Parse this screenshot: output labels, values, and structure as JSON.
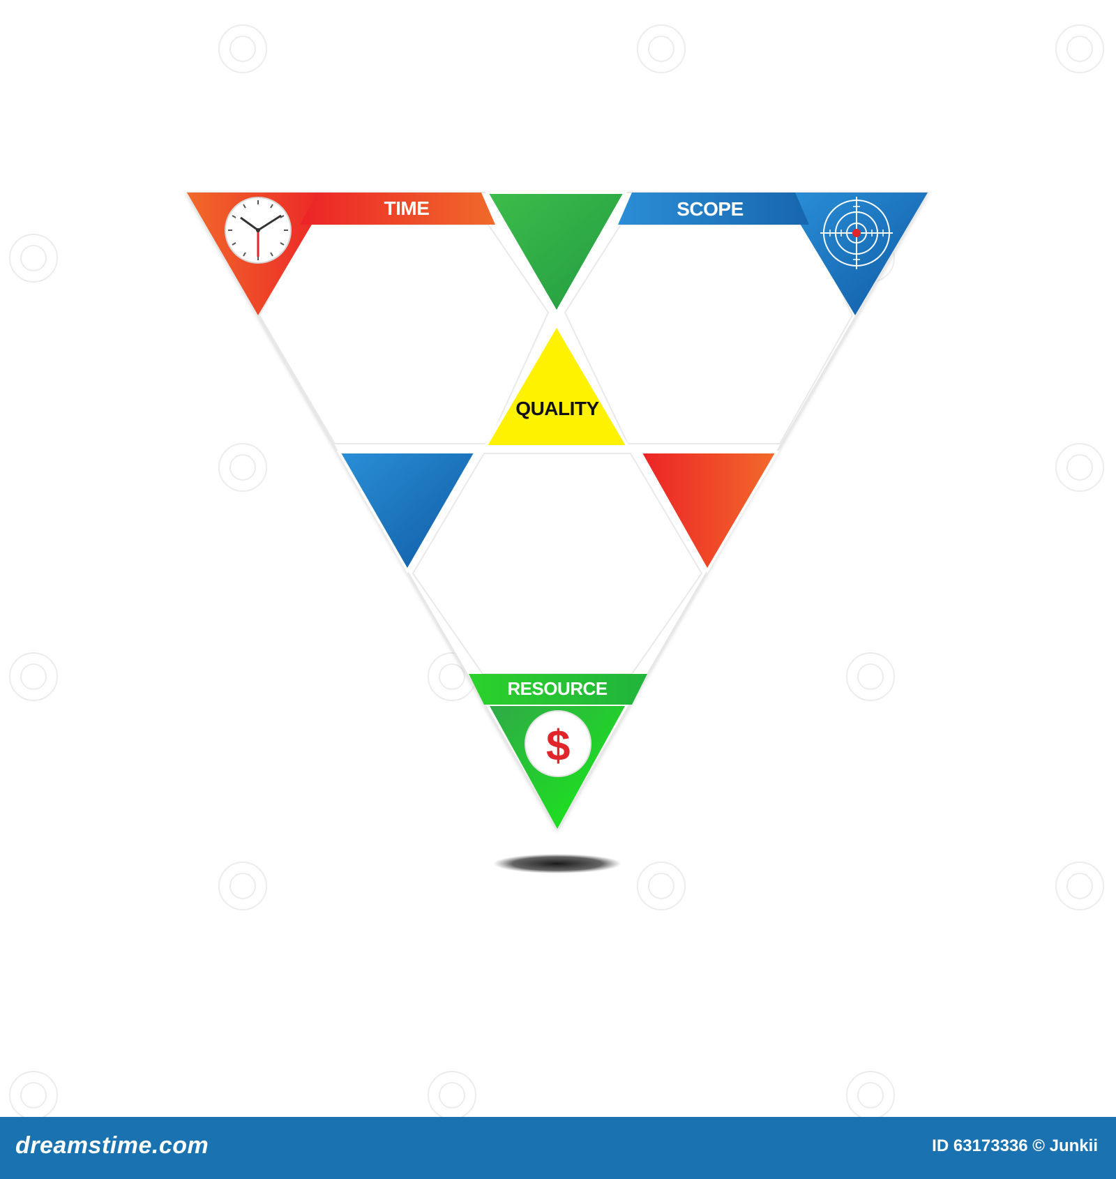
{
  "diagram": {
    "labels": {
      "time": "TIME",
      "scope": "SCOPE",
      "quality": "QUALITY",
      "resource": "RESOURCE"
    },
    "icons": {
      "time": "clock-icon",
      "scope": "crosshair-target-icon",
      "resource": "dollar-coin-icon"
    },
    "resource_symbol": "$",
    "colors": {
      "orange": "#f06a2a",
      "red": "#ec2327",
      "green": "#2fb34a",
      "bright_green": "#22e01f",
      "blue": "#1a74c0",
      "yellow": "#fff200"
    }
  },
  "footer": {
    "site": "dreamstime.com",
    "credit": "ID 63173336 © Junkii"
  }
}
